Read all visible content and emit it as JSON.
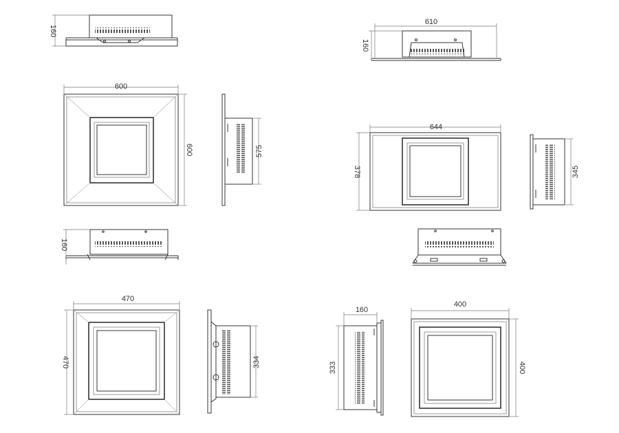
{
  "colors": {
    "line": "#333333",
    "light_line": "#9a9a9a",
    "panel_fill": "#ffffff"
  },
  "dimensions": {
    "d_160_a": "160",
    "d_610": "610",
    "d_160_b": "160",
    "d_600_w": "600",
    "d_600_h": "600",
    "d_575": "575",
    "d_644": "644",
    "d_378": "378",
    "d_345": "345",
    "d_160_c": "160",
    "d_470_w": "470",
    "d_470_h": "470",
    "d_334": "334",
    "d_160_d": "160",
    "d_333": "333",
    "d_400_w": "400",
    "d_400_h": "400"
  }
}
